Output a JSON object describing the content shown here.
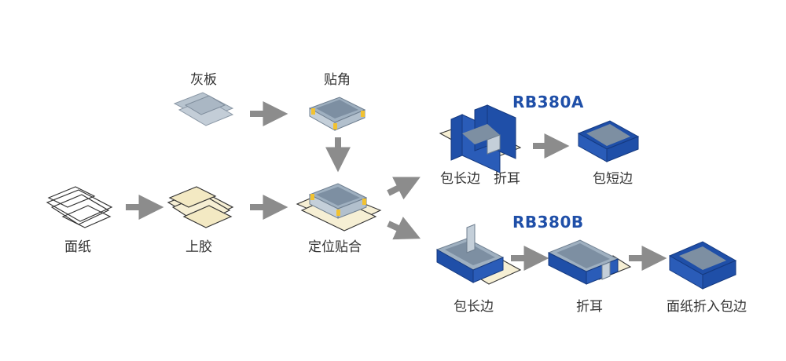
{
  "labels": {
    "grayboard": "灰板",
    "corner": "贴角",
    "face_paper": "面纸",
    "glue": "上胶",
    "position_paste": "定位贴合",
    "wrap_long_a": "包长边",
    "fold_ear_a": "折耳",
    "wrap_short": "包短边",
    "wrap_long_b": "包长边",
    "fold_ear_b": "折耳",
    "face_fold_wrap": "面纸折入包边"
  },
  "models": {
    "a": "RB380A",
    "b": "RB380B"
  },
  "colors": {
    "arrow": "#8c8c8c",
    "blue": "#1f4fa8",
    "blue_dark": "#153a80",
    "gray_board": "#b8c4cf",
    "cream": "#f6efd4",
    "corner_tape": "#f2c230",
    "label_text": "#333333"
  }
}
